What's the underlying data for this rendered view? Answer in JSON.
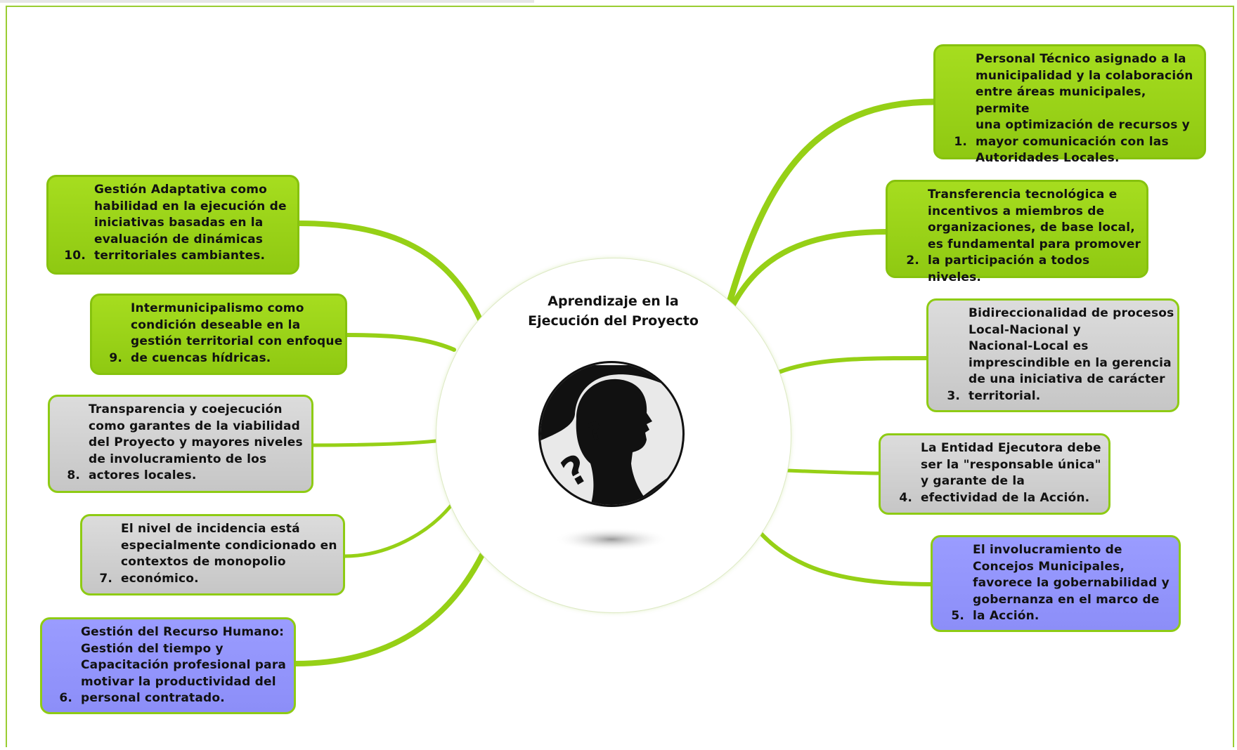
{
  "center": {
    "title": "Aprendizaje en la\nEjecución del Proyecto",
    "icon": "head-question-icon"
  },
  "colors": {
    "green": "#96d016",
    "gray": "#cfcfcf",
    "blue": "#9092fb",
    "branch": "#96d016"
  },
  "nodes": [
    {
      "num": "1.",
      "text": "Personal Técnico asignado a la\nmunicipalidad y la colaboración\nentre áreas municipales, permite\nuna optimización de recursos y\nmayor comunicación con las\nAutoridades Locales.",
      "color": "green"
    },
    {
      "num": "2.",
      "text": "Transferencia tecnológica e\nincentivos a miembros de\norganizaciones, de base local,\nes fundamental para promover\nla participación a todos niveles.",
      "color": "green"
    },
    {
      "num": "3.",
      "text": "Bidireccionalidad de procesos\nLocal-Nacional y\nNacional-Local es\nimprescindible en la gerencia\nde una iniciativa de carácter\nterritorial.",
      "color": "gray"
    },
    {
      "num": "4.",
      "text": "La Entidad Ejecutora debe\nser la \"responsable única\"\ny garante de la\nefectividad de la Acción.",
      "color": "gray"
    },
    {
      "num": "5.",
      "text": "El involucramiento de\nConcejos Municipales,\nfavorece la gobernabilidad y\ngobernanza en el marco de\nla Acción.",
      "color": "blue"
    },
    {
      "num": "6.",
      "text": "Gestión del Recurso Humano:\nGestión del tiempo y\nCapacitación profesional para\nmotivar la productividad del\npersonal contratado.",
      "color": "blue"
    },
    {
      "num": "7.",
      "text": "El nivel de incidencia está\nespecialmente condicionado en\ncontextos de monopolio\neconómico.",
      "color": "gray"
    },
    {
      "num": "8.",
      "text": "Transparencia y coejecución\ncomo garantes de la viabilidad\ndel Proyecto y mayores niveles\nde involucramiento de los\nactores locales.",
      "color": "gray"
    },
    {
      "num": "9.",
      "text": "Intermunicipalismo como\ncondición deseable en la\ngestión territorial con enfoque\nde cuencas hídricas.",
      "color": "green"
    },
    {
      "num": "10.",
      "text": "Gestión Adaptativa como\nhabilidad en la ejecución de\niniciativas basadas en la\nevaluación de dinámicas\nterritoriales cambiantes.",
      "color": "green"
    }
  ]
}
